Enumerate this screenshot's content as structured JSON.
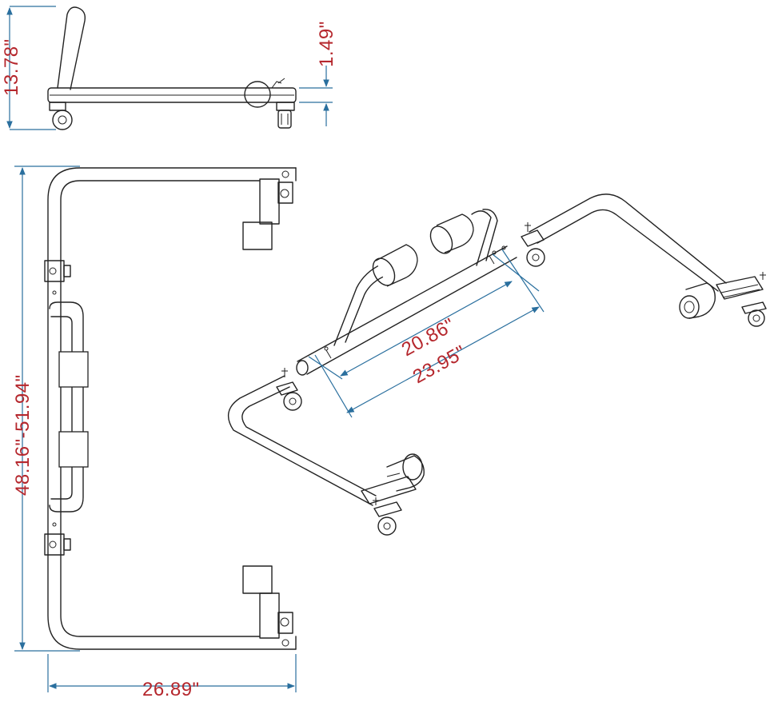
{
  "dimensions": {
    "height": "13.78\"",
    "ground_clearance": "1.49\"",
    "length_range": "48.16\"-51.94\"",
    "width": "26.89\"",
    "inner_width": "20.86\"",
    "outer_width": "23.95\""
  },
  "colors": {
    "dimension_text": "#b5272d",
    "dimension_line": "#2a6f9e",
    "frame_stroke": "#222222"
  }
}
